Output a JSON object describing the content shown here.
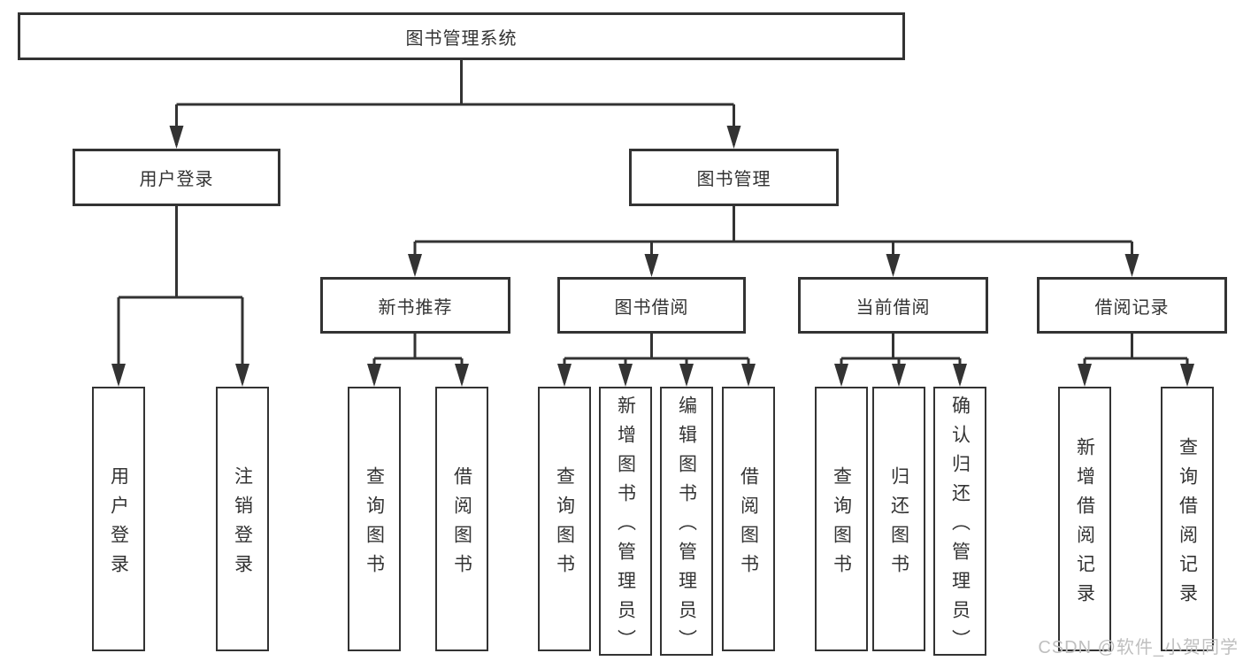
{
  "diagram": {
    "root": {
      "label": "图书管理系统"
    },
    "level2": [
      {
        "id": "user-login",
        "label": "用户登录"
      },
      {
        "id": "book-management",
        "label": "图书管理"
      }
    ],
    "level3": [
      {
        "id": "new-book-recommend",
        "parent": "图书管理",
        "label": "新书推荐"
      },
      {
        "id": "book-borrow",
        "parent": "图书管理",
        "label": "图书借阅"
      },
      {
        "id": "current-borrow",
        "parent": "图书管理",
        "label": "当前借阅"
      },
      {
        "id": "borrow-record",
        "parent": "图书管理",
        "label": "借阅记录"
      }
    ],
    "leaves": [
      {
        "parent": "用户登录",
        "label": "用户登录"
      },
      {
        "parent": "用户登录",
        "label": "注销登录"
      },
      {
        "parent": "新书推荐",
        "label": "查询图书"
      },
      {
        "parent": "新书推荐",
        "label": "借阅图书"
      },
      {
        "parent": "图书借阅",
        "label": "查询图书"
      },
      {
        "parent": "图书借阅",
        "label": "新增图书（管理员）"
      },
      {
        "parent": "图书借阅",
        "label": "编辑图书（管理员）"
      },
      {
        "parent": "图书借阅",
        "label": "借阅图书"
      },
      {
        "parent": "当前借阅",
        "label": "查询图书"
      },
      {
        "parent": "当前借阅",
        "label": "归还图书"
      },
      {
        "parent": "当前借阅",
        "label": "确认归还（管理员）"
      },
      {
        "parent": "借阅记录",
        "label": "新增借阅记录"
      },
      {
        "parent": "借阅记录",
        "label": "查询借阅记录"
      }
    ]
  },
  "watermark": {
    "text": "CSDN @软件_小贺同学"
  },
  "colors": {
    "line": "#333333",
    "box_border": "#333333",
    "text": "#333333",
    "box_background": "#ffffff",
    "page_background": "#ffffff",
    "watermark": "#bfbfbf"
  }
}
